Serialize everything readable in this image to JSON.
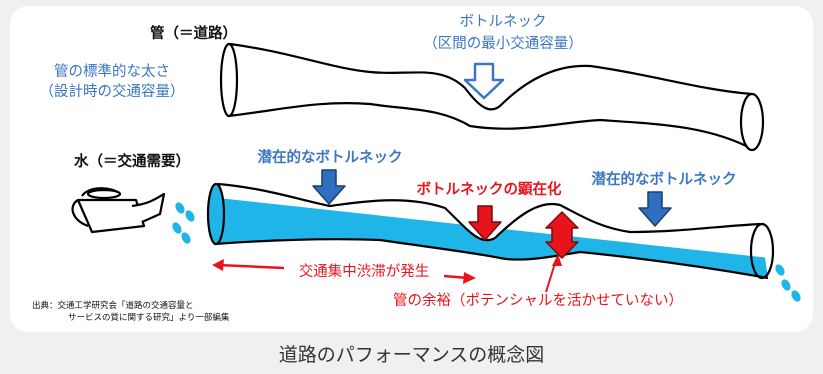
{
  "labels": {
    "pipe_title": "管（＝道路）",
    "bottleneck_title": "ボトルネック",
    "bottleneck_sub": "（区間の最小交通容量）",
    "pipe_thickness_1": "管の標準的な太さ",
    "pipe_thickness_2": "（設計時の交通容量）",
    "water_title": "水（＝交通需要）",
    "potential_bottleneck_left": "潜在的なボトルネック",
    "bottleneck_manifest": "ボトルネックの顕在化",
    "potential_bottleneck_right": "潜在的なボトルネック",
    "congestion": "交通集中渋滞が発生",
    "pipe_margin": "管の余裕（ポテンシャルを活かせていない）"
  },
  "source": {
    "line1": "出典：交通工学研究会「道路の交通容量と",
    "line2": "サービスの質に関する研究」より一部編集"
  },
  "caption": "道路のパフォーマンスの概念図",
  "colors": {
    "blue_text": "#3a76c4",
    "red": "#e8141b",
    "water": "#1fb5e8",
    "arrow_blue": "#2f6fc0"
  }
}
